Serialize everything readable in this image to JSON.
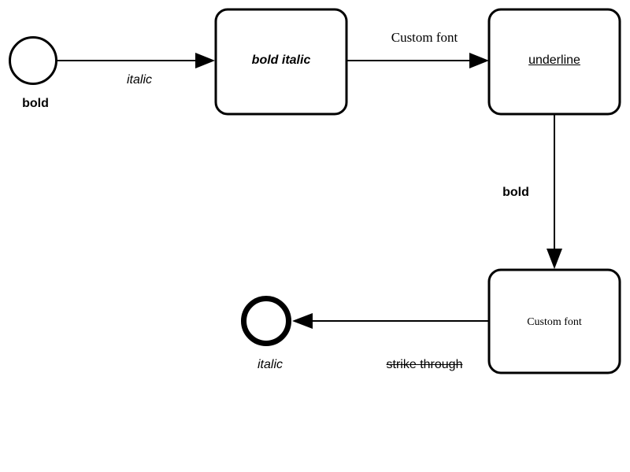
{
  "start_event": {
    "label": "bold"
  },
  "flow_start_to_task1": {
    "label": "italic"
  },
  "task1": {
    "label": "bold italic"
  },
  "flow_task1_to_task2": {
    "label": "Custom font"
  },
  "task2": {
    "label": "underline"
  },
  "flow_task2_to_task3": {
    "label": "bold"
  },
  "task3": {
    "label": "Custom font"
  },
  "flow_task3_to_end": {
    "label": "strike through"
  },
  "end_event": {
    "label": "italic"
  }
}
